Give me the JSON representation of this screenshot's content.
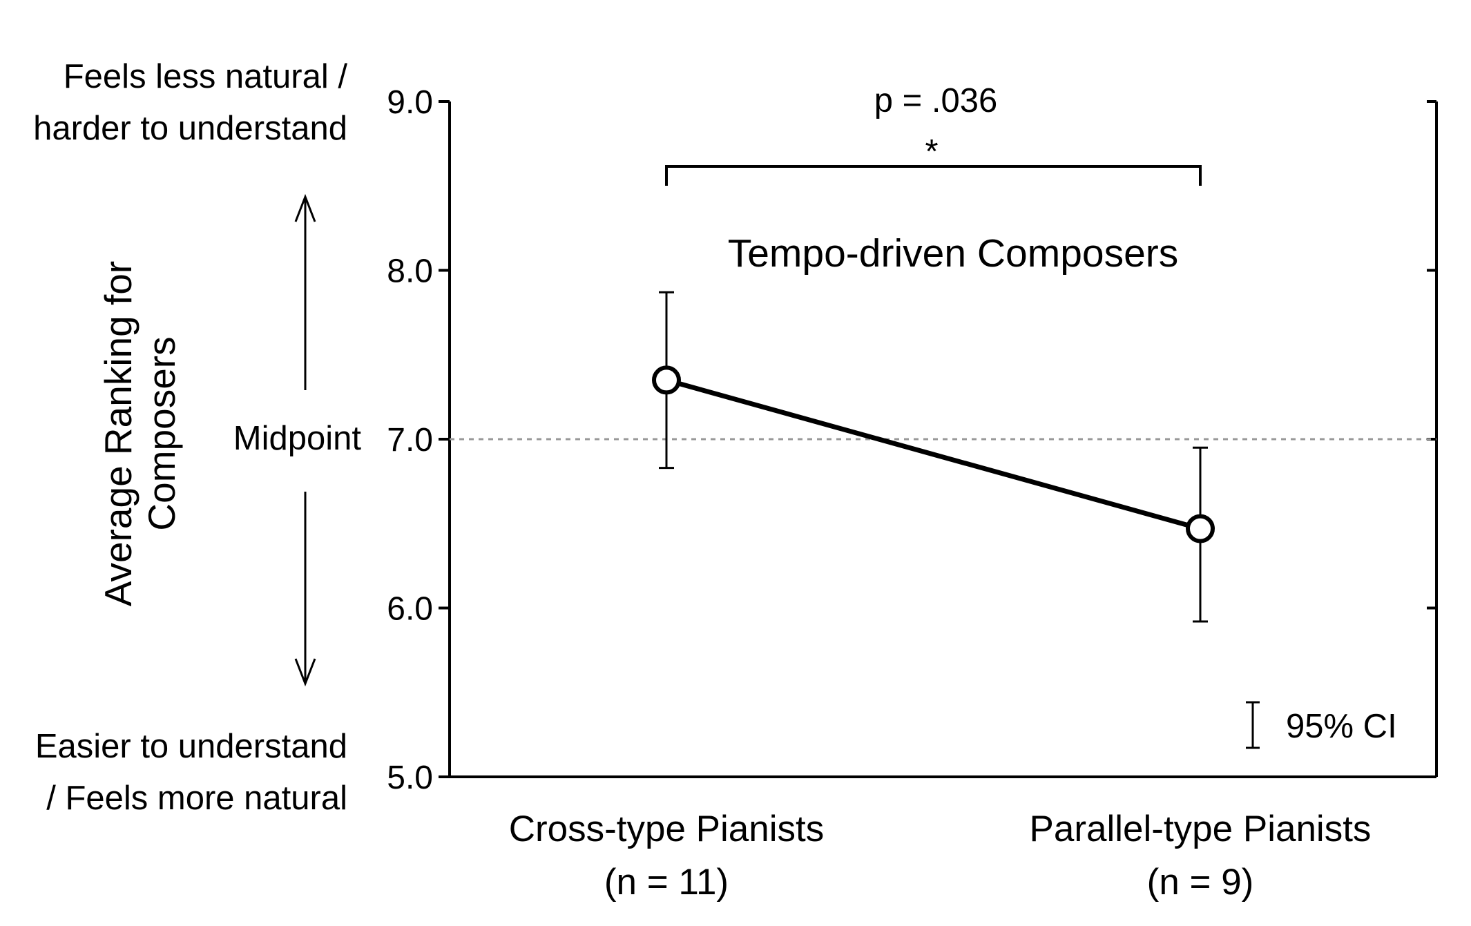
{
  "chart_data": {
    "type": "line",
    "title": "Tempo-driven Composers",
    "ylabel": [
      "Average Ranking for",
      "Composers"
    ],
    "categories": [
      [
        "Cross-type Pianists",
        "(n = 11)"
      ],
      [
        "Parallel-type Pianists",
        "(n = 9)"
      ]
    ],
    "series": [
      {
        "values": [
          7.35,
          6.47
        ],
        "ci_lower": [
          6.83,
          5.92
        ],
        "ci_upper": [
          7.87,
          6.95
        ]
      }
    ],
    "ylim": [
      5.0,
      9.0
    ],
    "yticks": [
      "5.0",
      "6.0",
      "7.0",
      "8.0",
      "9.0"
    ],
    "reference_line": {
      "value": 7.0,
      "label": "Midpoint"
    },
    "top_note": [
      "Feels less natural /",
      "harder to understand"
    ],
    "bottom_note": [
      "Easier to understand",
      "/ Feels more natural"
    ],
    "significance": {
      "p_text": "p = .036",
      "marker": "*"
    },
    "legend": {
      "label": "95% CI",
      "placement": "bottom-right"
    },
    "colors": {
      "line": "#000000",
      "reference": "#999999",
      "marker_fill": "#ffffff"
    }
  }
}
